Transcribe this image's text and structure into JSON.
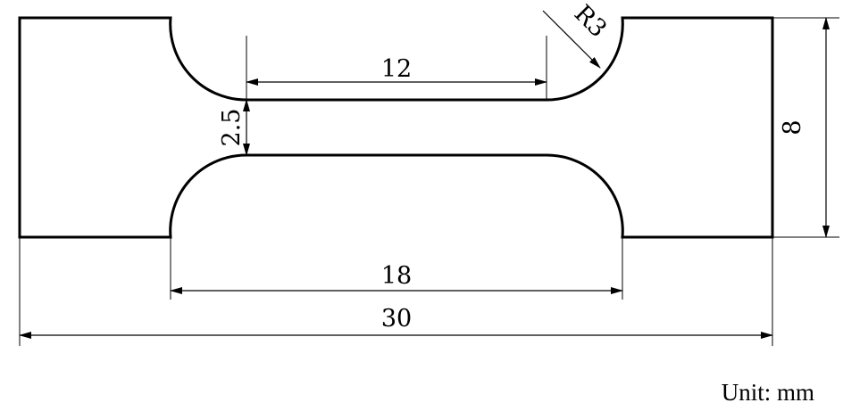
{
  "dimensions": {
    "gauge_length": "12",
    "gauge_width": "2.5",
    "fillet_radius": "R3",
    "shoulder_distance": "18",
    "total_length": "30",
    "total_width": "8"
  },
  "unit_note": "Unit: mm",
  "colors": {
    "line": "#000000",
    "background": "#ffffff"
  }
}
